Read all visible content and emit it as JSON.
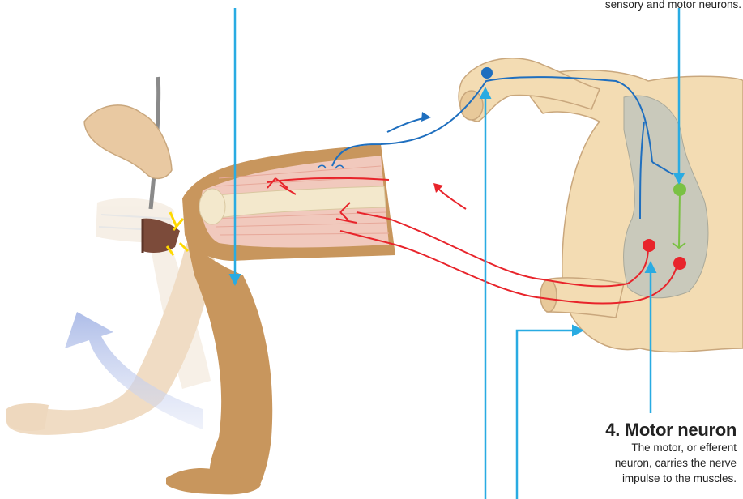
{
  "labels": {
    "interneuron_fragment": "sensory and motor neurons.",
    "motor_neuron": {
      "heading": "4. Motor neuron",
      "lines": [
        "The motor, or efferent",
        "neuron, carries the nerve",
        "impulse to the muscles."
      ]
    }
  },
  "colors": {
    "callout_arrow": "#29abe2",
    "sensory_neuron": "#1f6fbf",
    "motor_neuron": "#e8242b",
    "interneuron": "#7ac143",
    "skin": "#c8965d",
    "spinal_cord": "#f3dcb3",
    "gray_matter": "#c9c9bb",
    "movement_arrow": "#b9c6ec"
  }
}
